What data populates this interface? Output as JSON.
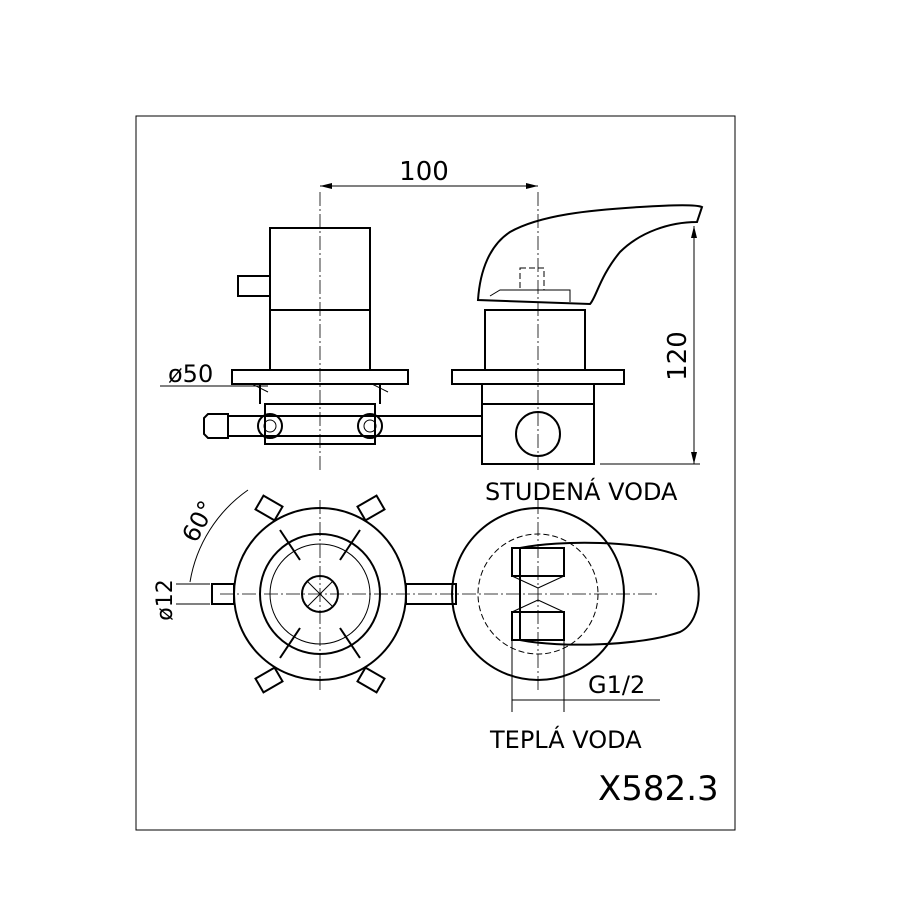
{
  "dimensions": {
    "center_distance": "100",
    "height": "120",
    "flange_diameter": "ø50",
    "connector_diameter": "ø12",
    "rotation_angle": "60°",
    "thread": "G1/2"
  },
  "labels": {
    "cold_water": "STUDENÁ VODA",
    "hot_water": "TEPLÁ VODA"
  },
  "model_code": "X582.3"
}
